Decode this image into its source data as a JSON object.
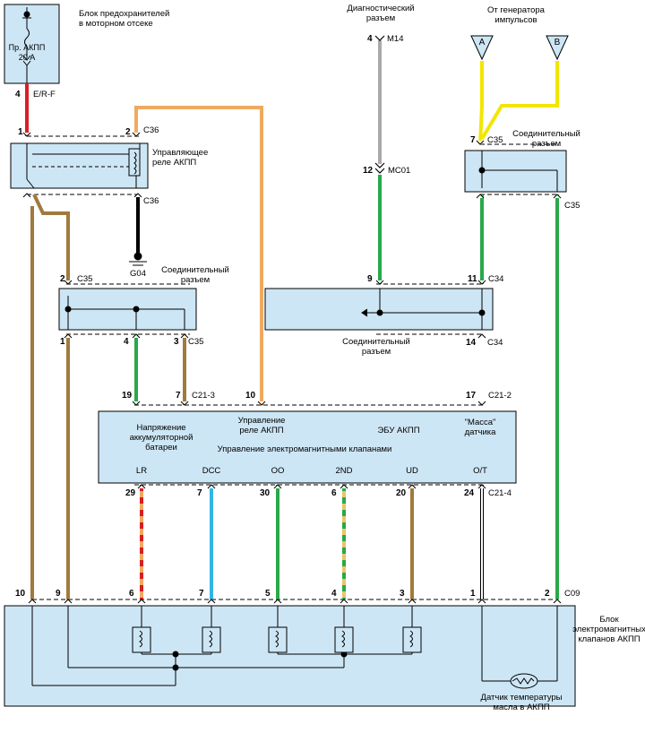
{
  "labels": {
    "fuse_block": [
      "Блок предохранителей",
      "в моторном отсеке"
    ],
    "fuse": [
      "Пр. АКПП",
      "20 А"
    ],
    "wire_ef": "E/R-F",
    "relay": [
      "Управляющее",
      "реле АКПП"
    ],
    "ground": "G04",
    "conn1": [
      "Соединительный",
      "разъем"
    ],
    "diag": [
      "Диагностический",
      "разъем"
    ],
    "m14": "M14",
    "mc01": "MC01",
    "pulse_gen": [
      "От генератора",
      "импульсов"
    ],
    "pulse_a": "A",
    "pulse_b": "B",
    "conn2": [
      "Соединительный",
      "разъем"
    ],
    "conn3": [
      "Соединительный",
      "разъем"
    ],
    "ecu_batt": [
      "Напряжение",
      "аккумуляторной",
      "батареи"
    ],
    "ecu_relay": [
      "Управление",
      "реле АКПП"
    ],
    "ecu_name": "ЭБУ АКПП",
    "ecu_ground": [
      "\"Масса\"",
      "датчика"
    ],
    "ecu_solenoids": "Управление электромагнитными клапанами",
    "solenoid_block": [
      "Блок",
      "электромагнитных",
      "клапанов АКПП"
    ],
    "temp_sensor": [
      "Датчик температуры",
      "масла в АКПП"
    ]
  },
  "signals": [
    "LR",
    "DCC",
    "OO",
    "2ND",
    "UD",
    "O/T"
  ],
  "connectors": {
    "c36": "C36",
    "c35": "C35",
    "c34": "C34",
    "c21_3": "C21-3",
    "c21_2": "C21-2",
    "c21_4": "C21-4",
    "c09": "C09"
  },
  "pins": {
    "fuse_out": "4",
    "relay_1": "1",
    "relay_2": "2",
    "c35_l2": "2",
    "c35_l1": "1",
    "c35_l4": "4",
    "c35_l3": "3",
    "diag_4": "4",
    "mc01_12": "12",
    "c34_9": "9",
    "c34_11": "11",
    "c34_14": "14",
    "c35_r7": "7",
    "ecu_19": "19",
    "ecu_7": "7",
    "ecu_10": "10",
    "ecu_17": "17",
    "ecu_29": "29",
    "ecu_7b": "7",
    "ecu_30": "30",
    "ecu_6": "6",
    "ecu_20": "20",
    "ecu_24": "24",
    "c09_10": "10",
    "c09_9": "9",
    "c09_6": "6",
    "c09_7": "7",
    "c09_5": "5",
    "c09_4": "4",
    "c09_3": "3",
    "c09_1": "1",
    "c09_2": "2"
  },
  "colors": {
    "box": "#cde6f5",
    "red": "#d81f26",
    "brown": "#a07a3c",
    "orange": "#efaa60",
    "green": "#2aa84a",
    "gray": "#a9a9a9",
    "yellow": "#f2e600",
    "blue": "#33b5e5",
    "black": "#000000",
    "white": "#ffffff"
  }
}
